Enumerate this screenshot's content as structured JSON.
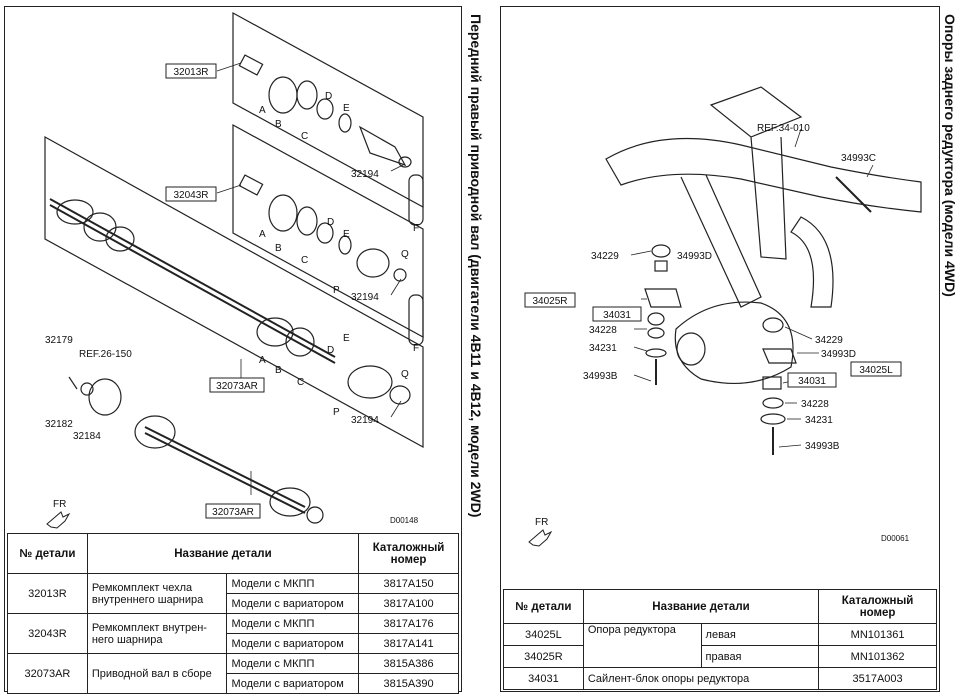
{
  "left": {
    "title": "Передний правый приводной вал (двигатели 4B11 и 4B12, модели 2WD)",
    "diagram_code": "D00148",
    "fr": "FR",
    "callouts": {
      "c32013R": "32013R",
      "c32043R": "32043R",
      "c32073AR_top": "32073AR",
      "c32073AR_bot": "32073AR",
      "c32179": "32179",
      "ref26": "REF.26-150",
      "c32182": "32182",
      "c32184": "32184",
      "c32194_1": "32194",
      "c32194_2": "32194",
      "c32194_3": "32194"
    },
    "letters": [
      "A",
      "B",
      "C",
      "D",
      "E",
      "F",
      "P",
      "Q"
    ],
    "table": {
      "headers": [
        "№ детали",
        "Название детали",
        "Каталожный номер"
      ],
      "rows": [
        {
          "no": "32013R",
          "name": "Ремкомплект чехла внутреннего шарнира",
          "v1": "Модели с МКПП",
          "c1": "3817A150",
          "v2": "Модели с вариатором",
          "c2": "3817A100"
        },
        {
          "no": "32043R",
          "name": "Ремкомплект внутрен-него шарнира",
          "v1": "Модели с МКПП",
          "c1": "3817A176",
          "v2": "Модели с вариатором",
          "c2": "3817A141"
        },
        {
          "no": "32073AR",
          "name": "Приводной вал в сборе",
          "v1": "Модели с МКПП",
          "c1": "3815A386",
          "v2": "Модели с вариатором",
          "c2": "3815A390"
        }
      ]
    }
  },
  "right": {
    "title": "Опоры заднего редуктора (модели 4WD)",
    "diagram_code": "D00061",
    "fr": "FR",
    "callouts": {
      "ref34": "REF.34-010",
      "c34993C": "34993C",
      "c34229a": "34229",
      "c34993Da": "34993D",
      "c34025R": "34025R",
      "c34031a": "34031",
      "c34228a": "34228",
      "c34231a": "34231",
      "c34993Ba": "34993B",
      "c34229b": "34229",
      "c34993Db": "34993D",
      "c34031b": "34031",
      "c34025L": "34025L",
      "c34228b": "34228",
      "c34231b": "34231",
      "c34993Bb": "34993B"
    },
    "table": {
      "headers": [
        "№ детали",
        "Название детали",
        "Каталожный номер"
      ],
      "rows": [
        {
          "no": "34025L",
          "name": "Опора редуктора",
          "side": "левая",
          "cat": "MN101361"
        },
        {
          "no": "34025R",
          "name": "",
          "side": "правая",
          "cat": "MN101362"
        },
        {
          "no": "34031",
          "name": "Сайлент-блок опоры редуктора",
          "side": "",
          "cat": "3517A003"
        }
      ]
    }
  }
}
